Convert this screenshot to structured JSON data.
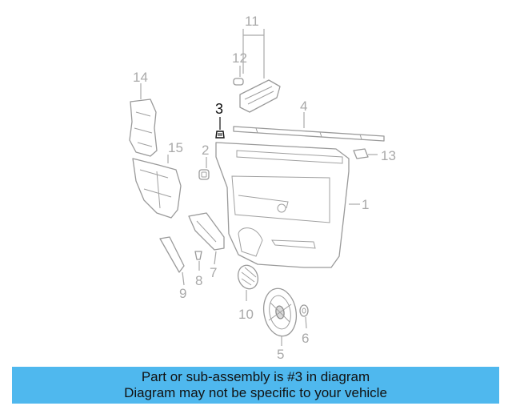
{
  "diagram": {
    "callouts": [
      {
        "id": "1",
        "label": "1"
      },
      {
        "id": "2",
        "label": "2"
      },
      {
        "id": "3",
        "label": "3",
        "highlighted": true
      },
      {
        "id": "4",
        "label": "4"
      },
      {
        "id": "5",
        "label": "5"
      },
      {
        "id": "6",
        "label": "6"
      },
      {
        "id": "7",
        "label": "7"
      },
      {
        "id": "8",
        "label": "8"
      },
      {
        "id": "9",
        "label": "9"
      },
      {
        "id": "10",
        "label": "10"
      },
      {
        "id": "11",
        "label": "11"
      },
      {
        "id": "12",
        "label": "12"
      },
      {
        "id": "13",
        "label": "13"
      },
      {
        "id": "14",
        "label": "14"
      },
      {
        "id": "15",
        "label": "15"
      }
    ],
    "highlight_color": "#111111",
    "part_color": "#a9a9a9"
  },
  "banner": {
    "line1": "Part or sub-assembly is #3 in diagram",
    "line2": "Diagram may not be specific to your vehicle",
    "background": "#4fb8ee"
  }
}
